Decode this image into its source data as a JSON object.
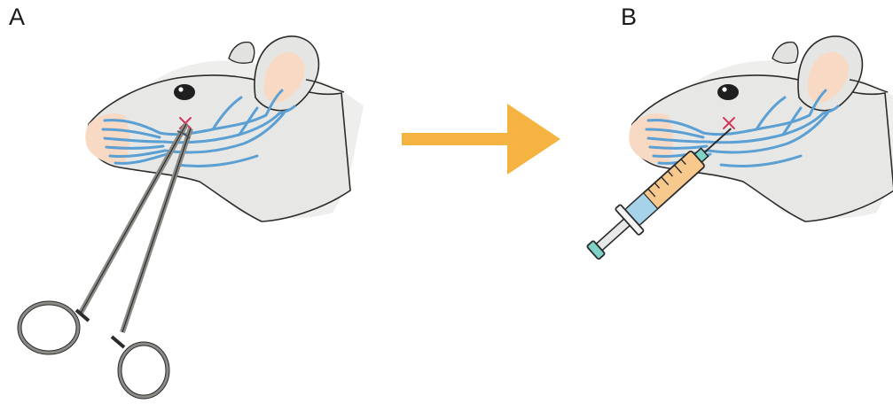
{
  "panels": [
    {
      "label": "A",
      "tool": "hemostat-forceps"
    },
    {
      "label": "B",
      "tool": "syringe"
    }
  ],
  "colors": {
    "head_fill": "#e7e8e5",
    "fur_shadow": "#ecedea",
    "outline": "#2b2b2b",
    "ear_inner": "#f8d9c4",
    "snout": "#f8d9c4",
    "nerve": "#5b9fd3",
    "eye": "#1f1f1f",
    "mark": "#d2385b",
    "arrow": "#f5b342",
    "forceps": "#8a8a86",
    "syringe_barrel": "#f7c98d",
    "syringe_fluid": "#a7d3ea",
    "syringe_tip": "#7ed3c6"
  },
  "icons": {
    "process_arrow": "right-arrow-icon",
    "injection_site": "cross-mark-icon"
  }
}
